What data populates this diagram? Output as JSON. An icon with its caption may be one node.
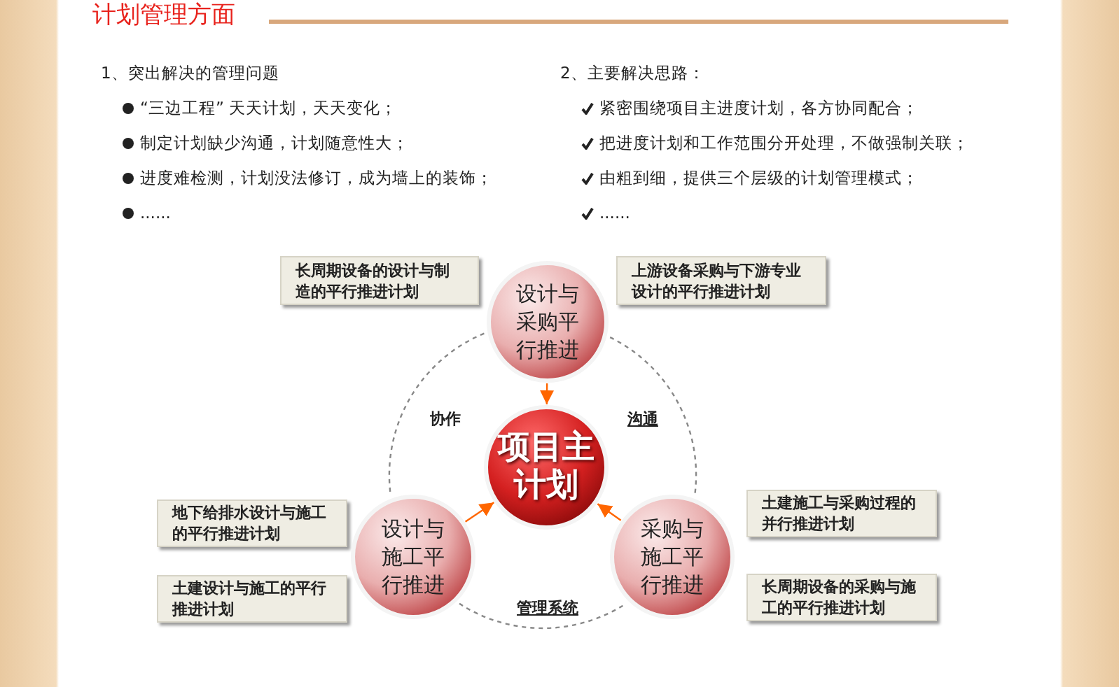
{
  "diagram": {
    "title": "计划管理方面",
    "nodes": [
      {
        "text": [
          "长周期设备的设计与制造的平行推进计划"
        ]
      },
      {
        "text": [
          "上游设备采购与下游专业设计的平行推进计划"
        ]
      },
      {
        "text": [
          "设计与采购平行推进"
        ]
      },
      {
        "text": [
          "项目主计划"
        ]
      },
      {
        "text": [
          "地下给排水设计与施工的平行推进计划"
        ]
      },
      {
        "text": [
          "土建施工与采购过程的并行推进计划"
        ]
      },
      {
        "text": [
          "设计与施工平行推进"
        ]
      },
      {
        "text": [
          "采购与施工平行推进"
        ]
      },
      {
        "text": [
          "土建设计与施工的平行推进计划"
        ]
      },
      {
        "text": [
          "长周期设备的采购与施工的平行推进计划"
        ]
      }
    ],
    "edges": [
      {
        "from": 2,
        "to": 3,
        "arrow": "to",
        "color": "#ff6600"
      },
      {
        "from": 6,
        "to": 3,
        "arrow": "to",
        "color": "#ff6600"
      },
      {
        "from": 7,
        "to": 3,
        "arrow": "to",
        "color": "#ff6600"
      },
      {
        "from": 2,
        "to": 6,
        "arrow": "none",
        "style": "dashed",
        "color": "#888888",
        "label": "协作"
      },
      {
        "from": 2,
        "to": 7,
        "arrow": "none",
        "style": "dashed",
        "color": "#888888",
        "label": "沟通"
      },
      {
        "from": 6,
        "to": 7,
        "arrow": "none",
        "style": "dashed",
        "color": "#888888",
        "label": "管理系统"
      }
    ],
    "labels": [
      "1、突出解决的管理问题",
      "“三边工程” 天天计划，天天变化；",
      "制定计划缺少沟通，计划随意性大；",
      "进度难检测，计划没法修订，成为墙上的装饰；",
      "......",
      "2、主要解决思路：",
      "紧密围绕项目主进度计划，各方协同配合；",
      "把进度计划和工作范围分开处理，不做强制关联；",
      "由粗到细，提供三个层级的计划管理模式；",
      "......"
    ]
  }
}
